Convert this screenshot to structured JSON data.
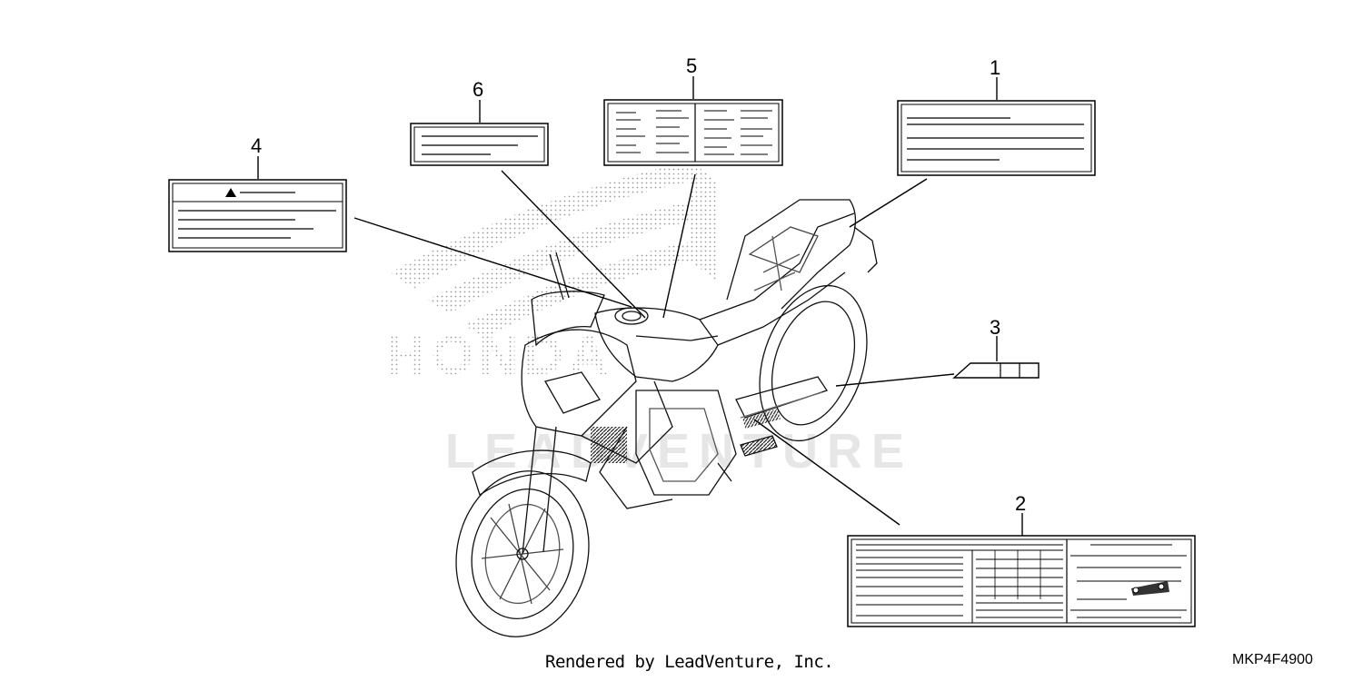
{
  "callouts": [
    "1",
    "2",
    "3",
    "4",
    "5",
    "6"
  ],
  "footer": {
    "credit": "Rendered by LeadVenture, Inc.",
    "part_code": "MKP4F4900"
  },
  "watermark": {
    "top_brand": "HONDA",
    "bottom_brand": "LEADVENTURE"
  }
}
